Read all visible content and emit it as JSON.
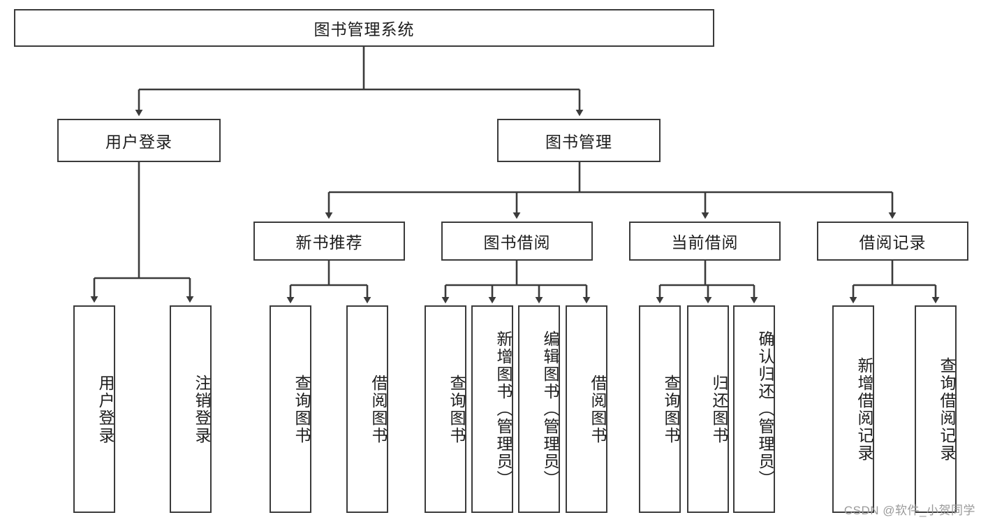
{
  "diagram": {
    "title": "图书管理系统",
    "type": "tree-hierarchy-diagram",
    "colors": {
      "box_border": "#3b3b3b",
      "box_fill": "#ffffff",
      "edge": "#3b3b3b",
      "text": "#1d1d1d",
      "watermark": "#9a9a9a",
      "background": "#ffffff"
    },
    "root": {
      "label": "图书管理系统"
    },
    "level2": [
      {
        "label": "用户登录"
      },
      {
        "label": "图书管理"
      }
    ],
    "level3": [
      {
        "label": "新书推荐"
      },
      {
        "label": "图书借阅"
      },
      {
        "label": "当前借阅"
      },
      {
        "label": "借阅记录"
      }
    ],
    "leaves": {
      "user_login": [
        {
          "label": "用户登录"
        },
        {
          "label": "注销登录"
        }
      ],
      "new_book_recommend": [
        {
          "label": "查询图书"
        },
        {
          "label": "借阅图书"
        }
      ],
      "book_borrow": [
        {
          "label": "查询图书"
        },
        {
          "label": "新增图书（管理员）"
        },
        {
          "label": "编辑图书（管理员）"
        },
        {
          "label": "借阅图书"
        }
      ],
      "current_borrow": [
        {
          "label": "查询图书"
        },
        {
          "label": "归还图书"
        },
        {
          "label": "确认归还（管理员）"
        }
      ],
      "borrow_record": [
        {
          "label": "新增借阅记录"
        },
        {
          "label": "查询借阅记录"
        }
      ]
    }
  },
  "watermark": {
    "text": "CSDN @软件_小贺同学"
  }
}
